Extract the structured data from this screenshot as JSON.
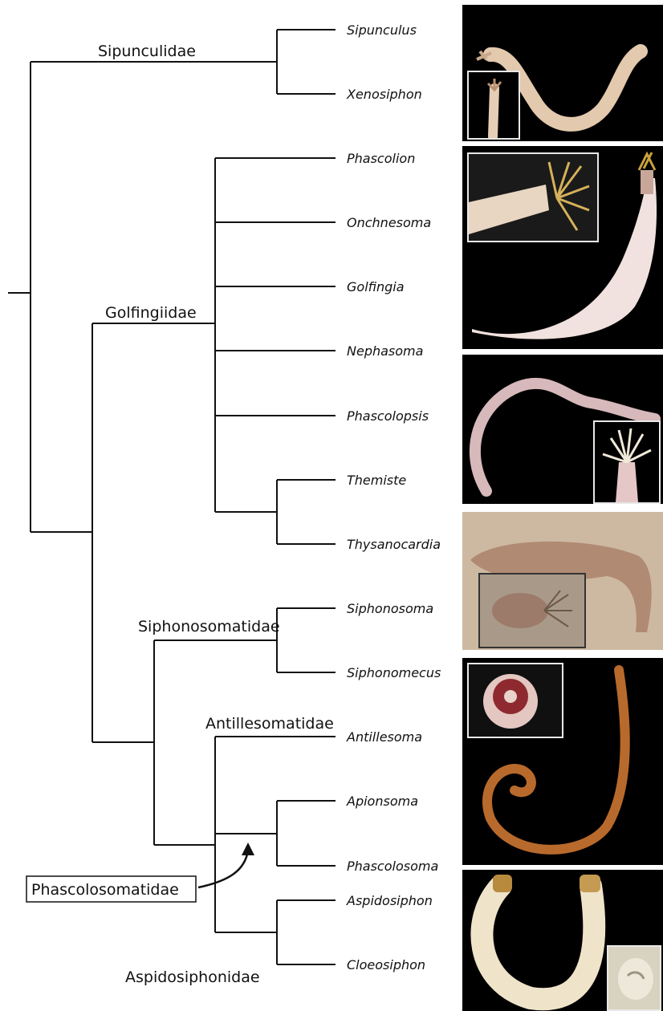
{
  "families": {
    "sipunculidae": "Sipunculidae",
    "golfingiidae": "Golfingiidae",
    "siphonosomatidae": "Siphonosomatidae",
    "antillesomatidae": "Antillesomatidae",
    "phascolosomatidae": "Phascolosomatidae",
    "aspidosiphonidae": "Aspidosiphonidae"
  },
  "genera": {
    "sipunculus": "Sipunculus",
    "xenosiphon": "Xenosiphon",
    "phascolion": "Phascolion",
    "onchnesoma": "Onchnesoma",
    "golfingia": "Golfingia",
    "nephasoma": "Nephasoma",
    "phascolopsis": "Phascolopsis",
    "themiste": "Themiste",
    "thysanocardia": "Thysanocardia",
    "siphonosoma": "Siphonosoma",
    "siphonomecus": "Siphonomecus",
    "antillesoma": "Antillesoma",
    "apionsoma": "Apionsoma",
    "phascolosoma": "Phascolosoma",
    "aspidosiphon": "Aspidosiphon",
    "cloeosiphon": "Cloeosiphon"
  },
  "colors": {
    "line": "#111111",
    "photo_background": "#000000",
    "sand": "#cdb9a2",
    "worm_pale": "#e8cfc2",
    "worm_orange": "#b86a2c"
  }
}
